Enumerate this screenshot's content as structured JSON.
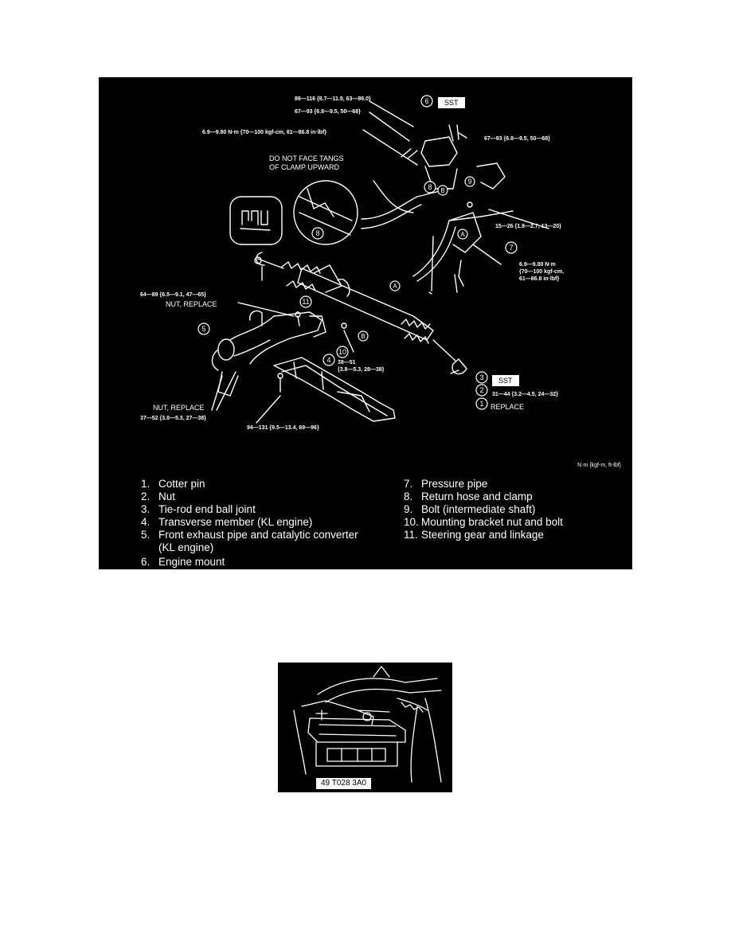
{
  "diagram": {
    "torque": {
      "t1": "86—116 {8.7—11.9, 63—86.0}",
      "t2": "67—93 {6.8—9.5, 50—68}",
      "t3": "6.9—9.80 N·m {70—100 kgf-cm, 61—86.8 in·lbf}",
      "t4": "67—93 {6.8—9.5, 50—68}",
      "t5": "15—26 {1.8—2.7, 13—20}",
      "t6a": "6.9—9.80 N·m",
      "t6b": "{70—100 kgf-cm,",
      "t6c": "61—86.8 in·lbf}",
      "t7a": "64—89 {6.5—9.1, 47—65}",
      "t7b": "NUT, REPLACE",
      "t8a": "38—51",
      "t8b": "{3.8—5.3, 28—38}",
      "t9a": "31—44 {3.2—4.5, 24—32}",
      "t9b": "REPLACE",
      "t10a": "NUT, REPLACE",
      "t10b": "37—52 {3.8—5.3, 27—38}",
      "t11": "94—131 {9.5—13.4, 69—96}"
    },
    "note1": "DO NOT FACE TANGS",
    "note2": "OF CLAMP UPWARD",
    "sst": "SST",
    "units": "N·m {kgf-m, ft-lbf}",
    "callouts": [
      "1",
      "2",
      "3",
      "4",
      "5",
      "6",
      "7",
      "8",
      "9",
      "10",
      "11"
    ],
    "refs": [
      "A",
      "B"
    ]
  },
  "legend": {
    "left": [
      {
        "n": "1.",
        "text": "Cotter pin"
      },
      {
        "n": "2.",
        "text": "Nut"
      },
      {
        "n": "3.",
        "text": "Tie-rod end ball joint"
      },
      {
        "n": "4.",
        "text": "Transverse member (KL engine)"
      },
      {
        "n": "5.",
        "text": "Front exhaust pipe and catalytic converter"
      },
      {
        "n": "",
        "text": "(KL engine)"
      },
      {
        "n": "6.",
        "text": "Engine mount"
      }
    ],
    "right": [
      {
        "n": "7.",
        "text": "Pressure pipe"
      },
      {
        "n": "8.",
        "text": "Return hose and clamp"
      },
      {
        "n": "9.",
        "text": "Bolt (intermediate shaft)"
      },
      {
        "n": "10.",
        "text": "Mounting bracket nut and bolt"
      },
      {
        "n": "11.",
        "text": "Steering gear and linkage"
      }
    ]
  },
  "photo": {
    "tool_label": "49 T028 3A0"
  }
}
